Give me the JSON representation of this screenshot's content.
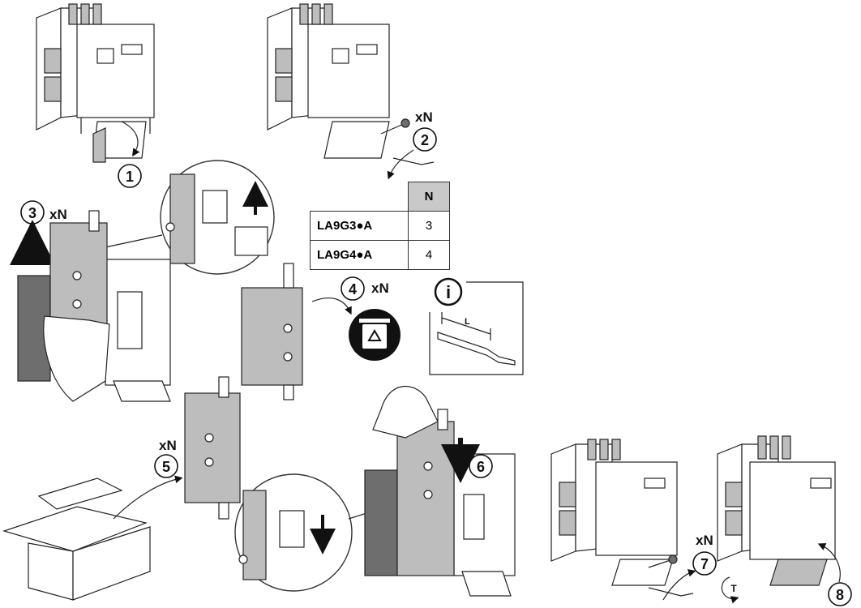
{
  "steps": [
    {
      "num": "1"
    },
    {
      "num": "2",
      "mult": "xN"
    },
    {
      "num": "3",
      "mult": "xN"
    },
    {
      "num": "4",
      "mult": "xN"
    },
    {
      "num": "5",
      "mult": "xN"
    },
    {
      "num": "6"
    },
    {
      "num": "7",
      "mult": "xN"
    },
    {
      "num": "8"
    }
  ],
  "table": {
    "header": "N",
    "rows": [
      {
        "model": "LA9G3●A",
        "n": "3"
      },
      {
        "model": "LA9G4●A",
        "n": "4"
      }
    ]
  },
  "info": {
    "icon_text": "i",
    "dimension_label": "L"
  },
  "torque_label": "T",
  "icons": [
    "info-icon",
    "recycle-bin-icon",
    "allen-key-icon",
    "arrow-icon",
    "hand-icon",
    "box-icon",
    "contactor-icon",
    "screw-icon"
  ]
}
